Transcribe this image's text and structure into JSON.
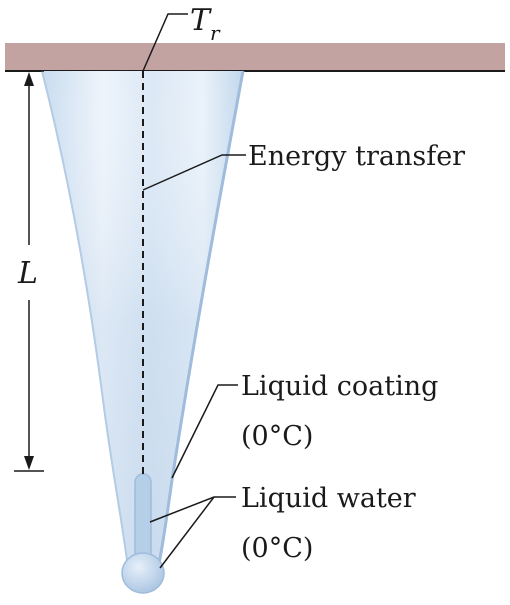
{
  "labels": {
    "top_symbol": "T",
    "top_symbol_sub": "r",
    "length_symbol": "L",
    "energy": "Energy transfer",
    "coating_line1": "Liquid coating",
    "coating_line2": "(0°C)",
    "water_line1": "Liquid water",
    "water_line2": "(0°C)"
  },
  "colors": {
    "ceiling": "#c3a2a2",
    "ice_light": "#eef4fb",
    "ice_mid": "#d1e2f1",
    "ice_edge": "#a9c4e1",
    "water": "#b6cfe8",
    "line": "#1a1a1a"
  }
}
